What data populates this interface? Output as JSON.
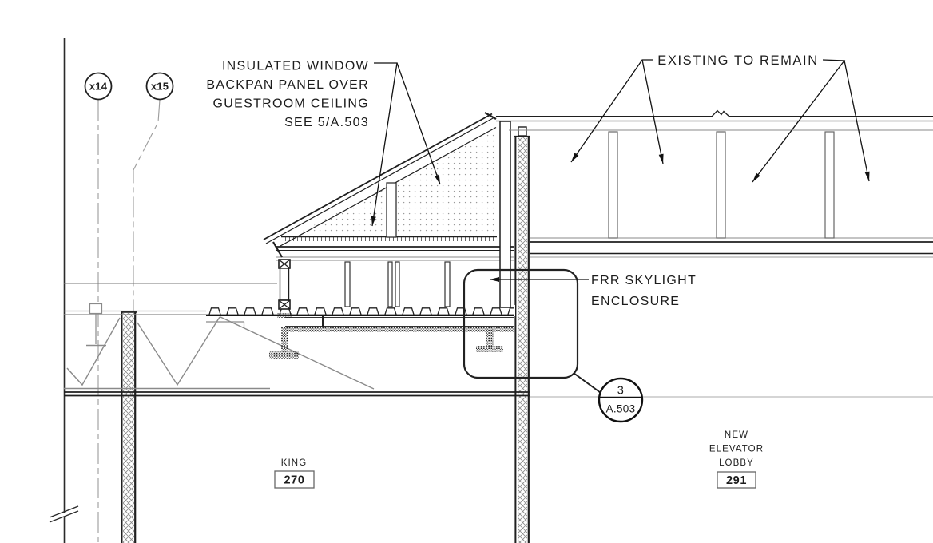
{
  "drawing": {
    "title": "skylight-enclosure-section-detail",
    "grid_bubbles": [
      {
        "label": "x14"
      },
      {
        "label": "x15"
      }
    ],
    "annotations": {
      "insulated_window": {
        "lines": [
          "INSULATED WINDOW",
          "BACKPAN PANEL OVER",
          "GUESTROOM CEILING",
          "SEE 5/A.503"
        ]
      },
      "existing_to_remain": {
        "label": "EXISTING TO REMAIN"
      },
      "frr_skylight": {
        "lines": [
          "FRR SKYLIGHT",
          "ENCLOSURE"
        ]
      }
    },
    "detail_callout": {
      "number": "3",
      "sheet": "A.503"
    },
    "rooms": [
      {
        "name_lines": [
          "KING"
        ],
        "number": "270"
      },
      {
        "name_lines": [
          "NEW",
          "ELEVATOR",
          "LOBBY"
        ],
        "number": "291"
      }
    ],
    "colors": {
      "line_dark": "#1f1f1f",
      "line_gray": "#8a8a8a",
      "text": "#1c1c1c",
      "background": "#ffffff"
    }
  }
}
